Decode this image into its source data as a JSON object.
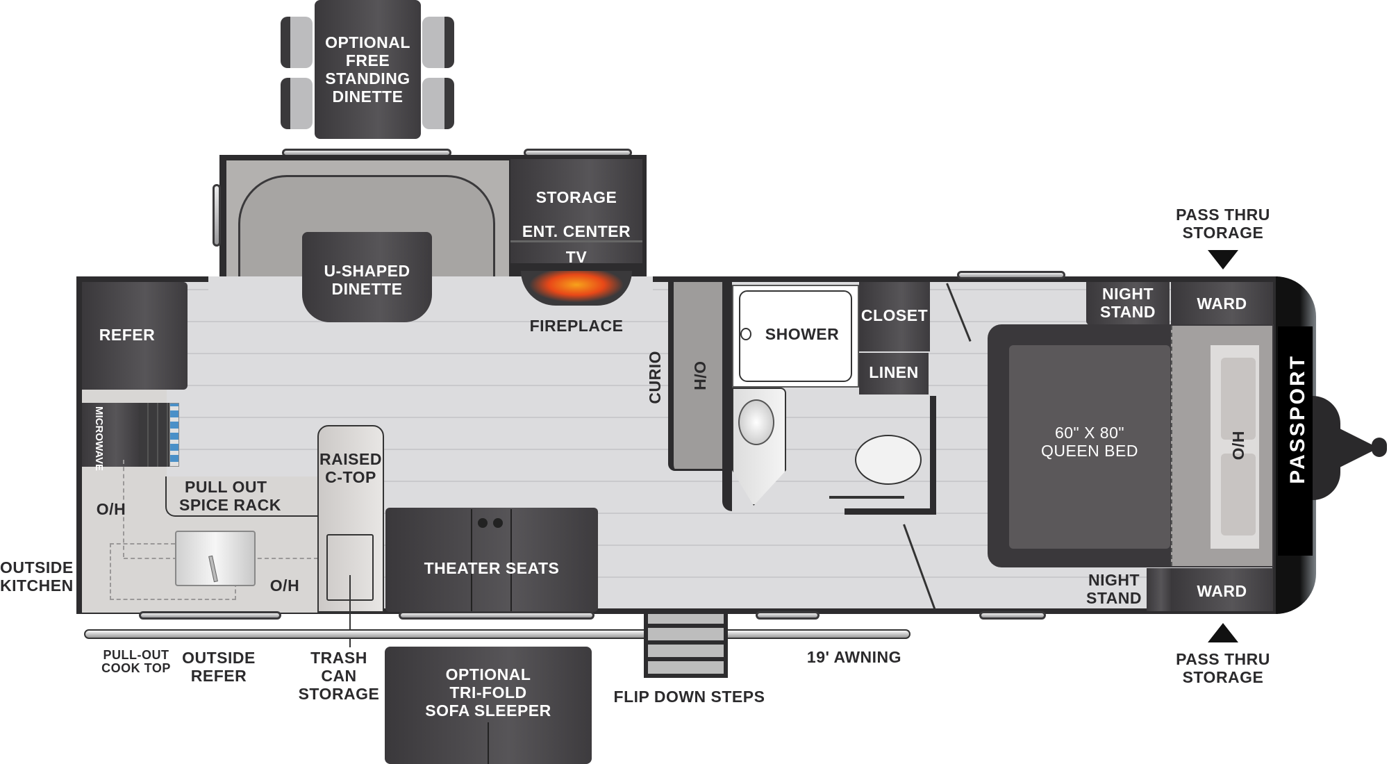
{
  "colors": {
    "cabinet": "#3f3d40",
    "floor": "#dcdcde",
    "wall": "#2d2c2e",
    "counter": "#d8d6d4",
    "fireplace_flame": "#f05a1e"
  },
  "brand": {
    "logo_text": "PASSPORT"
  },
  "labels": {
    "optional_dinette": [
      "OPTIONAL",
      "FREE",
      "STANDING",
      "DINETTE"
    ],
    "u_dinette": [
      "U-SHAPED",
      "DINETTE"
    ],
    "storage": "STORAGE",
    "ent_center": "ENT. CENTER",
    "tv": "TV",
    "fireplace": "FIREPLACE",
    "refer": "REFER",
    "microwave": "MICROWAVE",
    "spice_rack": [
      "PULL OUT",
      "SPICE RACK"
    ],
    "oh_kitchen_left": "O/H",
    "oh_kitchen_right": "O/H",
    "outside_kitchen": [
      "OUTSIDE",
      "KITCHEN"
    ],
    "raised_ctop": [
      "RAISED",
      "C-TOP"
    ],
    "theater_seats": "THEATER SEATS",
    "curio": "CURIO",
    "oh_bath": "O/H",
    "shower": "SHOWER",
    "closet": "CLOSET",
    "linen": "LINEN",
    "night_stand_top": [
      "NIGHT",
      "STAND"
    ],
    "night_stand_bottom": [
      "NIGHT",
      "STAND"
    ],
    "ward_top": "WARD",
    "ward_bottom": "WARD",
    "bed": [
      "60\" X 80\"",
      "QUEEN BED"
    ],
    "oh_bed": "O/H",
    "pass_thru_top": [
      "PASS THRU",
      "STORAGE"
    ],
    "pass_thru_bottom": [
      "PASS THRU",
      "STORAGE"
    ],
    "pullout_cooktop": [
      "PULL-OUT",
      "COOK TOP"
    ],
    "outside_refer": [
      "OUTSIDE",
      "REFER"
    ],
    "trash_can": [
      "TRASH",
      "CAN",
      "STORAGE"
    ],
    "tri_fold": [
      "OPTIONAL",
      "TRI-FOLD",
      "SOFA SLEEPER"
    ],
    "flip_steps": "FLIP DOWN STEPS",
    "awning": "19' AWNING"
  }
}
